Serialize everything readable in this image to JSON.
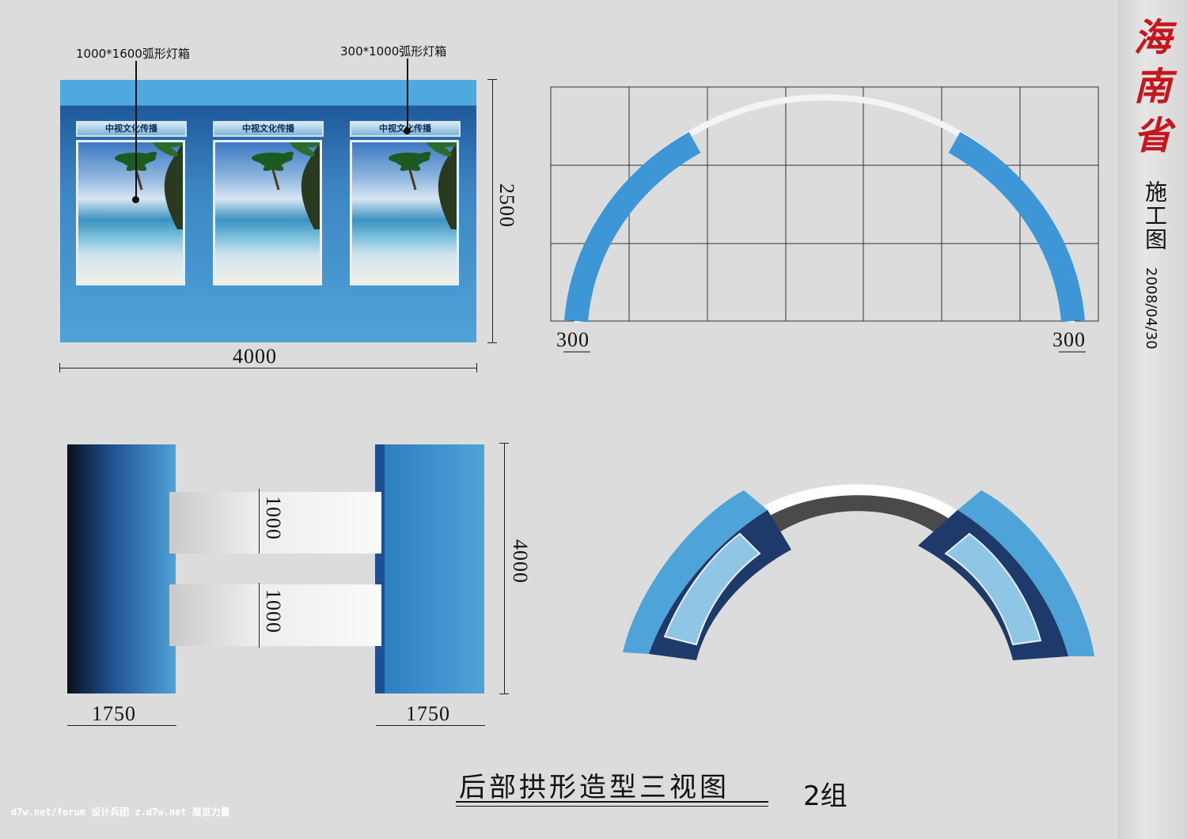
{
  "banner": {
    "region_chars": [
      "海",
      "南",
      "省"
    ],
    "doc_type": "施工图",
    "date": "2008/04/30"
  },
  "front_view": {
    "callouts": {
      "left": "1000*1600弧形灯箱",
      "right": "300*1000弧形灯箱"
    },
    "lightbox_header": "中视文化传播",
    "dim_width": "4000",
    "dim_height": "2500"
  },
  "top_view": {
    "dim_left": "300",
    "dim_right": "300"
  },
  "side_view": {
    "dim_band_upper": "1000",
    "dim_band_lower": "1000",
    "dim_height": "4000",
    "dim_left_width": "1750",
    "dim_right_width": "1750"
  },
  "title": {
    "main": "后部拱形造型三视图",
    "group": "2组"
  },
  "watermark": "d7w.net/forum 设计兵团 z.d7w.net 展览力量",
  "colors": {
    "accent_blue": "#4ea3d8",
    "dark_blue": "#1f4f8f",
    "region_red": "#c8161d"
  }
}
